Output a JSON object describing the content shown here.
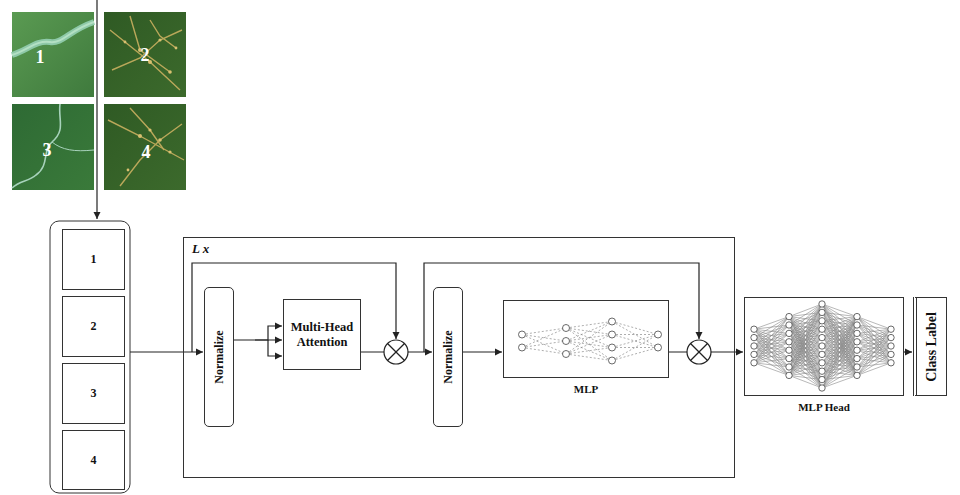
{
  "diagram": {
    "nodes": [
      {
        "text": [
          "1"
        ]
      },
      {
        "text": [
          "2"
        ]
      },
      {
        "text": [
          "3"
        ]
      },
      {
        "text": [
          "4"
        ]
      },
      {
        "text": [
          "L x"
        ]
      },
      {
        "text": [
          "Normalize"
        ],
        "in": 4
      },
      {
        "text": [
          "Multi-Head Attention"
        ],
        "in": 4
      },
      {
        "text": [
          "Normalize"
        ],
        "in": 4
      },
      {
        "text": [
          "MLP"
        ],
        "in": 4
      },
      {
        "text": [
          "MLP Head"
        ]
      },
      {
        "text": [
          "Class Label"
        ]
      }
    ],
    "edges": [
      {
        "from": 5,
        "to": 6,
        "arrow": "to"
      },
      {
        "from": 6,
        "to": 7,
        "arrow": "to"
      },
      {
        "from": 7,
        "to": 8,
        "arrow": "to"
      },
      {
        "from": 8,
        "to": 9,
        "arrow": "to"
      },
      {
        "from": 9,
        "to": 10,
        "arrow": "to"
      }
    ],
    "labels": [
      "1",
      "2",
      "3",
      "4"
    ]
  }
}
